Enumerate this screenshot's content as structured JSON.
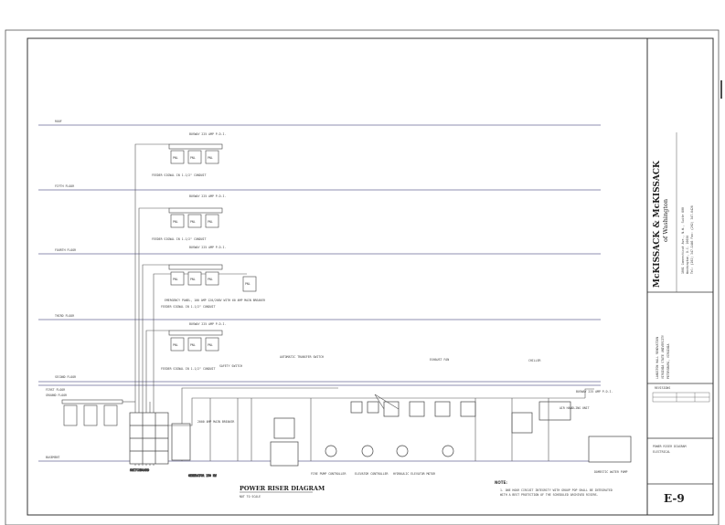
{
  "drawing": {
    "title": "POWER RISER DIAGRAM",
    "scale": "NOT TO SCALE",
    "sheet_number": "E-9",
    "note_heading": "NOTE:",
    "note_lines": [
      "1. ONE HOUR CIRCUIT INTEGRITY WITH GROUP POP SHALL BE INTEGRATED",
      "WITH A BEST PROTECTION OF THE SCHEDULED ARCHIVED RISERS."
    ]
  },
  "floor_labels": [
    "ROOF",
    "FIFTH FLOOR",
    "FOURTH FLOOR",
    "THIRD FLOOR",
    "SECOND FLOOR",
    "FIRST FLOOR",
    "GROUND FLOOR",
    "BASEMENT"
  ],
  "panels": {
    "panel_label": "PNL",
    "floor_panel_groups": [
      {
        "busway_note": "BUSWAY 225 AMP P.D.I.",
        "feeder_note": "FEEDER SIGNAL IN 1-1/2\" CONDUIT"
      },
      {
        "busway_note": "BUSWAY 225 AMP P.D.I.",
        "feeder_note": "FEEDER SIGNAL IN 1-1/2\" CONDUIT"
      },
      {
        "busway_note": "BUSWAY 225 AMP P.D.I.",
        "feeder_note": "FEEDER SIGNAL IN 1-1/2\" CONDUIT"
      },
      {
        "busway_note": "BUSWAY 225 AMP P.D.I.",
        "feeder_note": "FEEDER SIGNAL IN 1-1/2\" CONDUIT"
      }
    ],
    "emergency_note": "EMERGENCY PANEL, 100 AMP 120/208V WITH 60 AMP MAIN BREAKER"
  },
  "equipment_notes": [
    "SWITCHBOARD",
    "2000 AMP MAIN BREAKER",
    "GENERATOR 150 KW",
    "AUTOMATIC TRANSFER SWITCH",
    "SAFETY SWITCH",
    "FIRE PUMP CONTROLLER",
    "ELEVATOR CONTROLLER",
    "HYDRAULIC ELEVATOR MOTOR",
    "CHILLER",
    "EXHAUST FAN",
    "AIR HANDLING UNIT",
    "DOMESTIC WATER PUMP",
    "BUSWAY 225 AMP P.D.I."
  ],
  "title_block": {
    "firm_name": "McKISSACK & McKISSACK",
    "firm_sub": "of Washington",
    "address": "1001 Connecticut Ave., N.W., Suite 800",
    "city": "Washington, D.C. 20036",
    "phone": "Tel: (202) 347-1446 Fax: (202) 347-6426",
    "project_lines": [
      "LANGSTON HALL RENOVATION",
      "VIRGINIA STATE UNIVERSITY",
      "PETERSBURG, VIRGINIA"
    ],
    "revisions_label": "REVISIONS",
    "sheet_title_lines": [
      "POWER RISER DIAGRAM",
      "ELECTRICAL"
    ],
    "sheet_number": "E-9"
  }
}
